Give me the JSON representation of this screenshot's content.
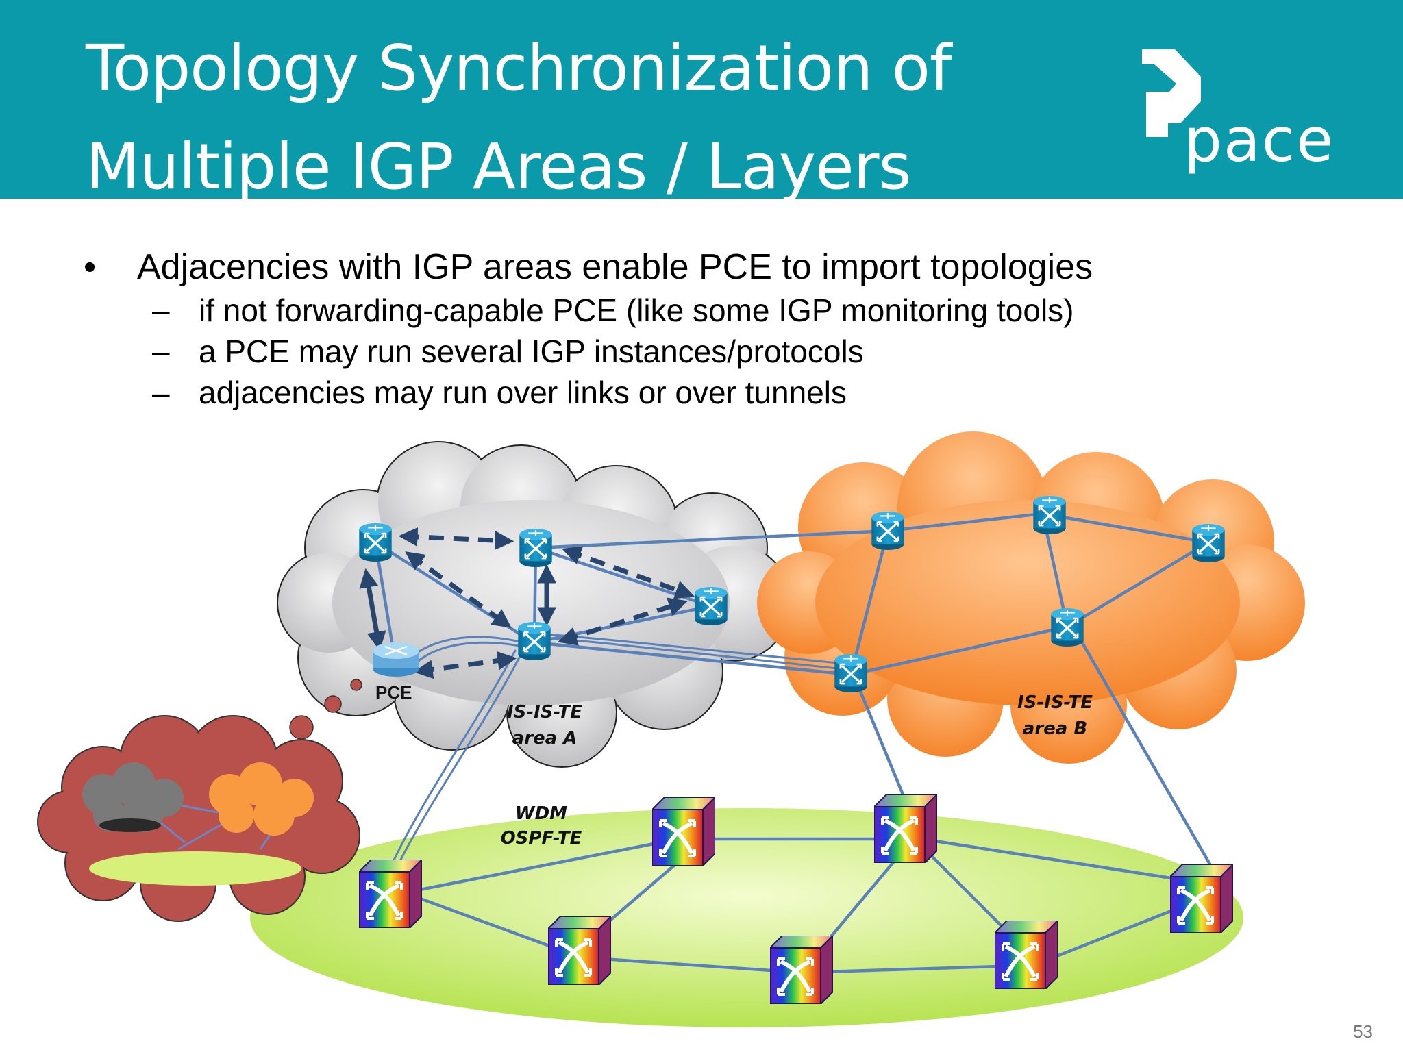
{
  "slide": {
    "title_line1": "Topology Synchronization of",
    "title_line2": "Multiple IGP Areas / Layers",
    "logo_text": "pace",
    "page_number": "53"
  },
  "bullets": {
    "main": "Adjacencies with IGP areas enable PCE to import topologies",
    "subs": [
      "if not forwarding-capable PCE (like some IGP monitoring tools)",
      "a PCE may run several IGP instances/protocols",
      "adjacencies may run over links or over tunnels"
    ]
  },
  "diagram": {
    "pce_label": "PCE",
    "area_a_line1": "IS-IS-TE",
    "area_a_line2": "area A",
    "area_b_line1": "IS-IS-TE",
    "area_b_line2": "area B",
    "wdm_line1": "WDM",
    "wdm_line2": "OSPF-TE",
    "colors": {
      "cloud_a": "#d4d4d6",
      "cloud_b": "#f89a4c",
      "wdm_ellipse": "#c8ec6c",
      "thought_cloud": "#b8504c",
      "link": "#5b82b8",
      "adjacency_arrow": "#28456e",
      "router": "#1580b0"
    },
    "icons": [
      "router-icon",
      "optical-switch-icon",
      "pce-router-icon"
    ]
  }
}
